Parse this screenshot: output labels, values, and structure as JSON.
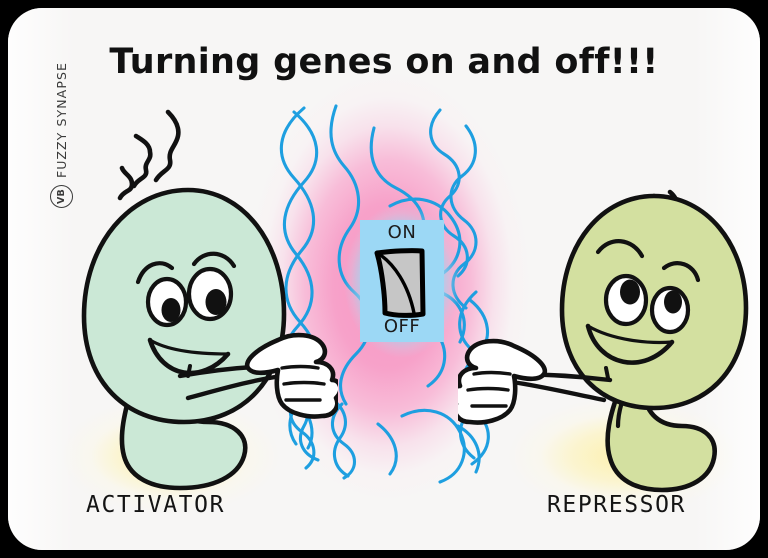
{
  "title": "Turning genes on and off!!!",
  "watermark": {
    "badge": "VB",
    "text": "FUZZY SYNAPSE"
  },
  "switch": {
    "name": "gene-switch",
    "on_label": "ON",
    "off_label": "OFF",
    "state": "OFF",
    "plate_color": "#9cd8f5",
    "lever_color": "#c6c6c6"
  },
  "characters": [
    {
      "id": "activator",
      "caption": "ACTIVATOR",
      "body_color": "#cbe8d6",
      "glow_color": "#fcf0aa",
      "side": "left",
      "gesture": "pointing-right"
    },
    {
      "id": "repressor",
      "caption": "REPRESSOR",
      "body_color": "#d3e0a0",
      "glow_color": "#fcf0aa",
      "side": "right",
      "gesture": "pointing-left"
    }
  ],
  "dna": {
    "strand_color": "#1e9fe0",
    "background_color": "#f59ac6",
    "strand_count": 9
  },
  "canvas": {
    "background_color": "#f7f6f5",
    "outer_color": "#000000"
  }
}
